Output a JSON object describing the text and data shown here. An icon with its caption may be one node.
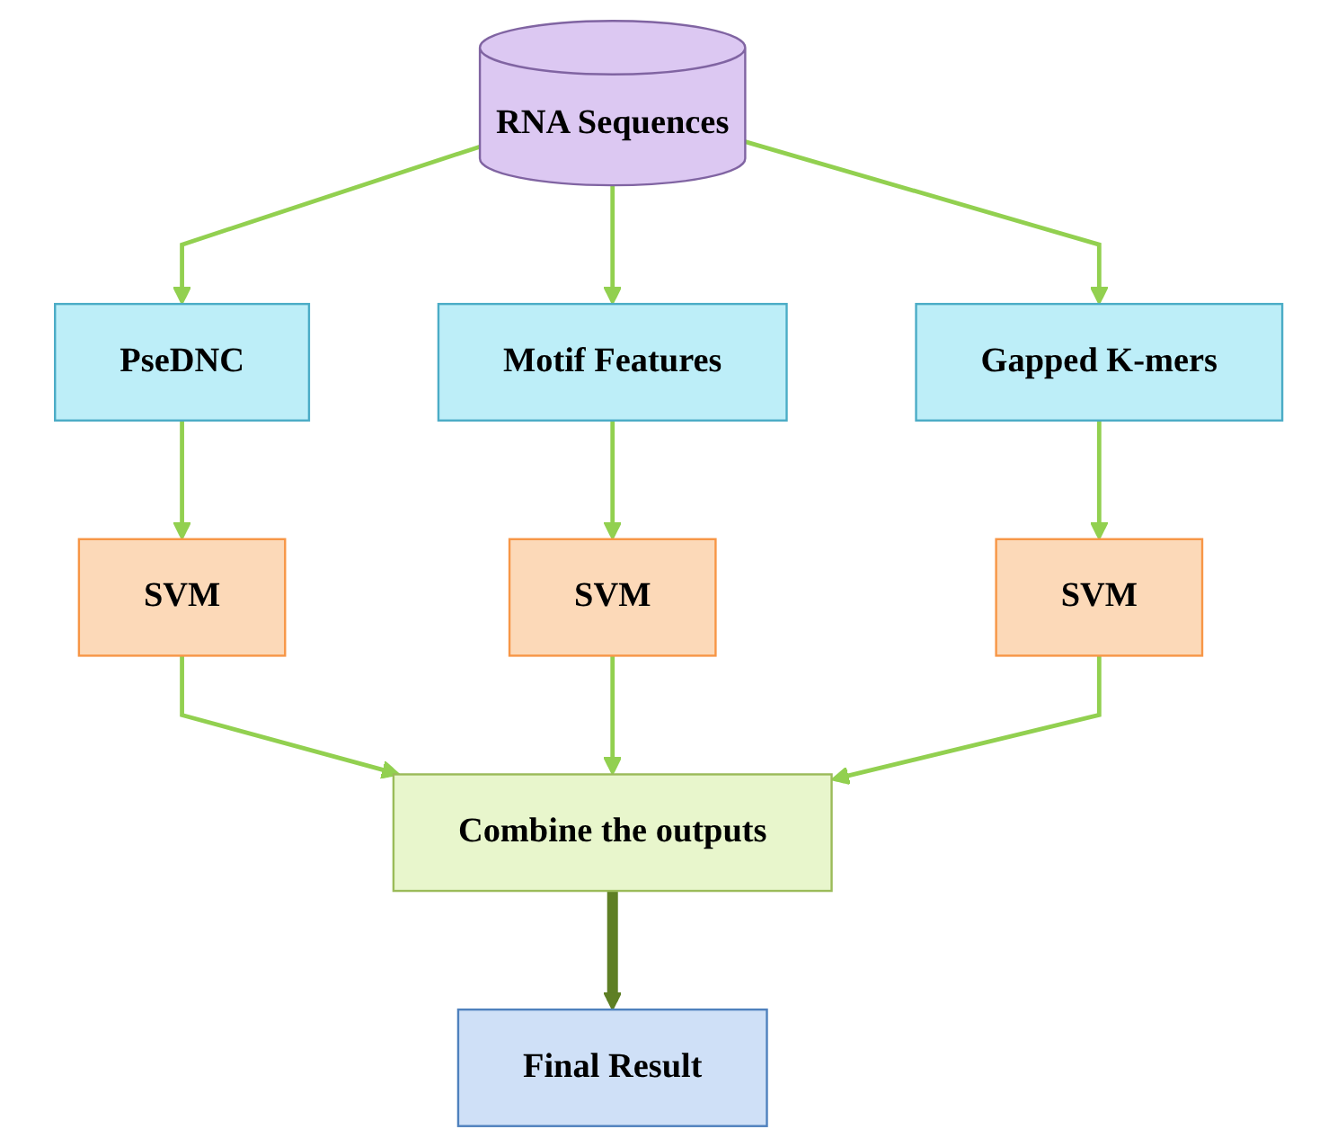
{
  "diagram": {
    "nodes": [
      {
        "text": [
          "RNA Sequences"
        ]
      },
      {
        "text": [
          "PseDNC"
        ]
      },
      {
        "text": [
          "Motif Features"
        ]
      },
      {
        "text": [
          "Gapped K-mers"
        ]
      },
      {
        "text": [
          "SVM"
        ]
      },
      {
        "text": [
          "SVM"
        ]
      },
      {
        "text": [
          "SVM"
        ]
      },
      {
        "text": [
          "Combine the outputs"
        ]
      },
      {
        "text": [
          "Final Result"
        ]
      }
    ],
    "edges": [
      {
        "from": 0,
        "to": 1,
        "arrow": "to"
      },
      {
        "from": 0,
        "to": 2,
        "arrow": "to"
      },
      {
        "from": 0,
        "to": 3,
        "arrow": "to"
      },
      {
        "from": 1,
        "to": 4,
        "arrow": "to"
      },
      {
        "from": 2,
        "to": 5,
        "arrow": "to"
      },
      {
        "from": 3,
        "to": 6,
        "arrow": "to"
      },
      {
        "from": 4,
        "to": 7,
        "arrow": "to"
      },
      {
        "from": 5,
        "to": 7,
        "arrow": "to"
      },
      {
        "from": 6,
        "to": 7,
        "arrow": "to"
      },
      {
        "from": 7,
        "to": 8,
        "arrow": "to",
        "style": "thick",
        "color": "#5e7f24"
      }
    ]
  }
}
